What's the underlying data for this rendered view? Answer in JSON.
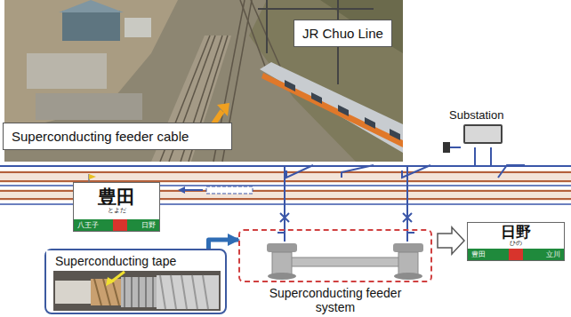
{
  "diagram": {
    "nodes": [
      {
        "text": [
          "JR Chuo Line"
        ]
      },
      {
        "text": [
          "Superconducting feeder cable"
        ]
      },
      {
        "text": [
          "Substation"
        ]
      },
      {
        "text": [
          "豊田",
          "とよだ",
          "八王子",
          "日野"
        ]
      },
      {
        "text": [
          "日野",
          "ひの",
          "豊田",
          "立川"
        ]
      },
      {
        "text": [
          "Superconducting tape"
        ]
      },
      {
        "text": [
          "Superconducting feeder system"
        ]
      }
    ],
    "edges": [
      {
        "from": 5,
        "to": 6,
        "arrow": "to"
      }
    ]
  }
}
